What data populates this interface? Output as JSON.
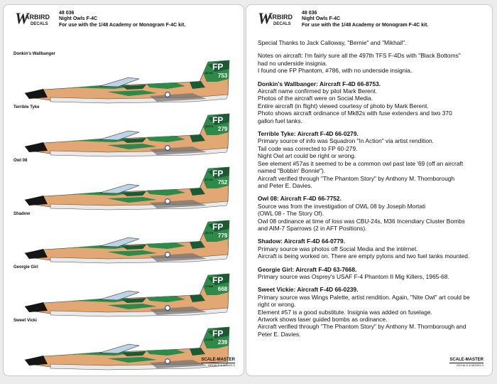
{
  "header": {
    "logo_letter": "W",
    "logo_text": "ARBIRD",
    "logo_sub": "DECALS",
    "code": "48 036",
    "title": "Night Owls F-4C",
    "subtitle": "For use with the 1/48 Academy or Monogram F-4C kit."
  },
  "planes": [
    {
      "label": "Donkin's Wallbanger",
      "code": "FP",
      "serial": "753",
      "fuselage_num": "66753"
    },
    {
      "label": "Terrible Tyke",
      "code": "FP",
      "serial": "279",
      "fuselage_num": "60279"
    },
    {
      "label": "Owl 08",
      "code": "FP",
      "serial": "752",
      "fuselage_num": "67752"
    },
    {
      "label": "Shadow",
      "code": "FP",
      "serial": "779",
      "fuselage_num": "40779"
    },
    {
      "label": "Georgie Girl",
      "code": "FP",
      "serial": "668",
      "fuselage_num": "37668"
    },
    {
      "label": "Sweet Vicki",
      "code": "FP",
      "serial": "239",
      "fuselage_num": "60239"
    }
  ],
  "brand": {
    "name": "SCALE-MASTER",
    "sub": "DECALS & MODELS"
  },
  "colors": {
    "dark_green": "#1d5a34",
    "med_green": "#2f8a4a",
    "tan": "#e3a774",
    "underside": "#e9e9e9",
    "radome": "#151515",
    "tail_text": "#ffffff"
  },
  "notes": {
    "thanks": "Special Thanks to Jack Calloway, \"Bernie\" and \"Mikhail\".",
    "intro": [
      "Notes on aircraft:  I'm fairly sure all the 497th TFS F-4Ds with \"Black Bottoms\"",
      "had no underside insignia.",
      "I found one FP Phantom, #786, with no underside insignia."
    ],
    "sections": [
      {
        "heading": "Donkin's Wallbanger: Aircraft F-4D 66-8753.",
        "lines": [
          "Aircraft name confirmed by pilot Mark Berent.",
          "Photos of the aircraft were on Social Media.",
          "Entire aircraft (in flight) viewed courtesy of photo by Mark Berent.",
          "Photo shows aircraft ordinance of Mk82s with fuse extenders and two 370",
          "gallon fuel tanks."
        ]
      },
      {
        "heading": "Terrible Tyke:  Aircraft F-4D 66-0279.",
        "lines": [
          "Primary source of info was Squadron \"In Action\" via artist rendition.",
          "Tail code was corrected to FP 60-279.",
          "Night Owl art could be right or wrong.",
          "See element #57as it seemed to be a common owl past late '69 (off an aircraft",
          "named \"Bobbin' Bonnie\").",
          "Aircraft verified through \"The Phantom Story\" by Anthony M. Thornborough",
          "and Peter E. Davies."
        ]
      },
      {
        "heading": "Owl 08:  Aircraft F-4D 66-7752.",
        "lines": [
          "Source was from the investigation of OWL 08 by Joseph Mortati",
          "(OWL 08 - The Story Of).",
          "Owl 08 ordinance at time of loss was CBU-24s, M36 Incendiary Cluster Bombs",
          "and AIM-7 Sparrows (2 in AFT Positions)."
        ]
      },
      {
        "heading": "Shadow:  Aircraft F-4D 64-0779.",
        "lines": [
          "Primary source was photos off Social Media and the intërnet.",
          "Aircraft is being worked on. There are empty pylons and two fuel tanks mounted."
        ]
      },
      {
        "heading": "Georgie Girl:  Aircraft F-4D 63-7668.",
        "lines": [
          "Primary source was Osprey's USAF F-4 Phantom II Mig Killers, 1965-68."
        ]
      },
      {
        "heading": "Sweet Vickie:  Aircraft F-4D 66-0239.",
        "lines": [
          "Primary source was Wings Palette, artist rendition.  Again, \"Nite Owl\" art could be",
          "right or wrong.",
          "Element #57 is a good substitute.  Insignia was added on fuselage.",
          "Artwork shows laser guided bombs as ordinance.",
          "Aircraft verified through \"The Phantom Story\" by Anthony M. Thornborough and",
          "Peter E. Davies."
        ]
      }
    ]
  }
}
